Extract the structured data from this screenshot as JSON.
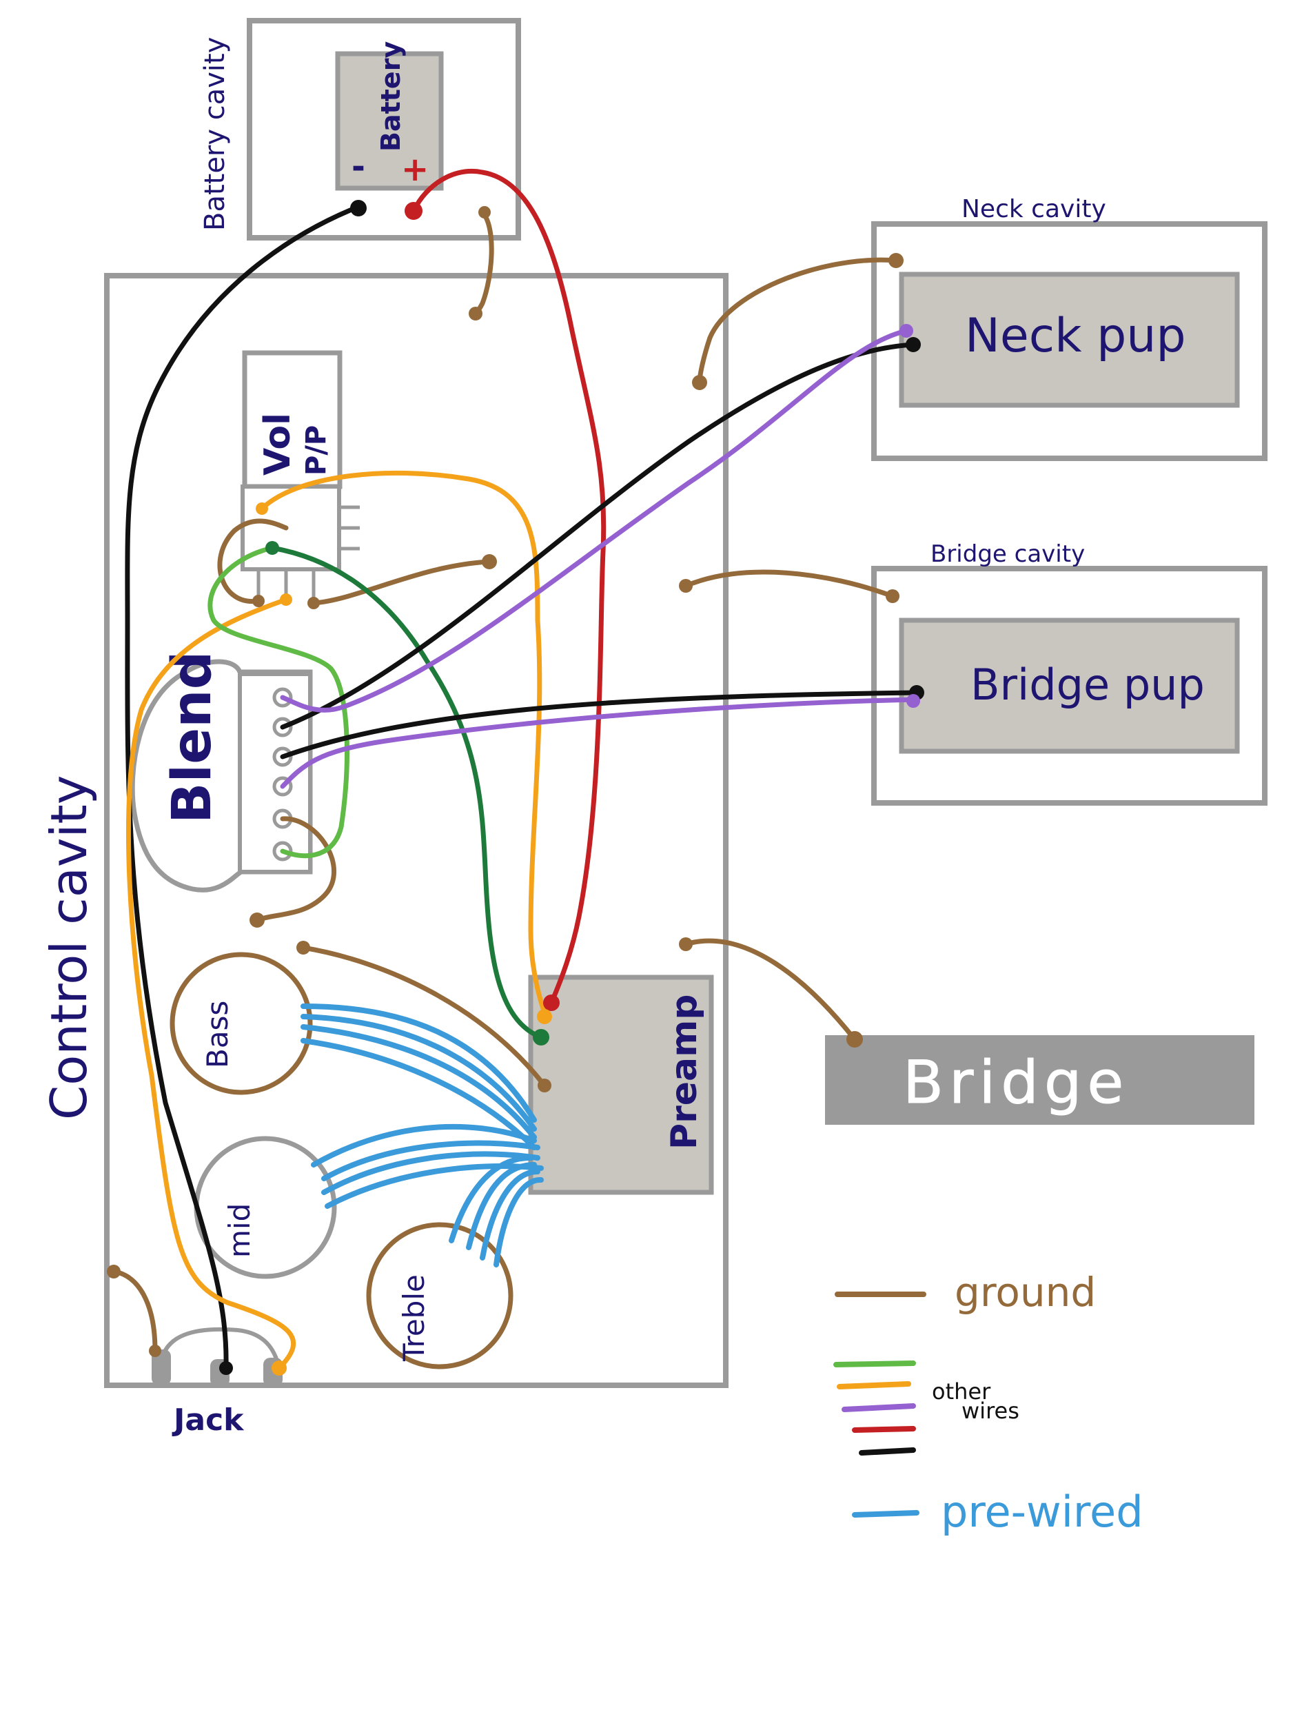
{
  "colors": {
    "ground": "#946a3a",
    "green": "#5fba46",
    "dark_green": "#1e7a3a",
    "orange": "#f5a21b",
    "purple": "#9560d0",
    "red": "#c41f22",
    "black": "#111111",
    "blue": "#3b9ad9",
    "label_ink": "#1d1570",
    "box_outline": "#9a9a9a",
    "component_fill": "#c9c6c0",
    "bridge_fill": "#9a9a9a"
  },
  "cavities": {
    "battery": "Battery cavity",
    "neck": "Neck cavity",
    "bridge": "Bridge cavity",
    "control": "Control cavity"
  },
  "components": {
    "battery": "Battery",
    "battery_minus": "-",
    "battery_plus": "+",
    "neck_pickup": "Neck pup",
    "bridge_pickup": "Bridge pup",
    "volume_line1": "Vol",
    "volume_line2": "P/P",
    "blend": "Blend",
    "bass": "Bass",
    "mid": "mid",
    "treble": "Treble",
    "preamp": "Preamp",
    "jack": "Jack",
    "bridge": "Bridge"
  },
  "legend": {
    "ground": "ground",
    "other_line1": "other",
    "other_line2": "wires",
    "prewired": "pre-wired"
  }
}
